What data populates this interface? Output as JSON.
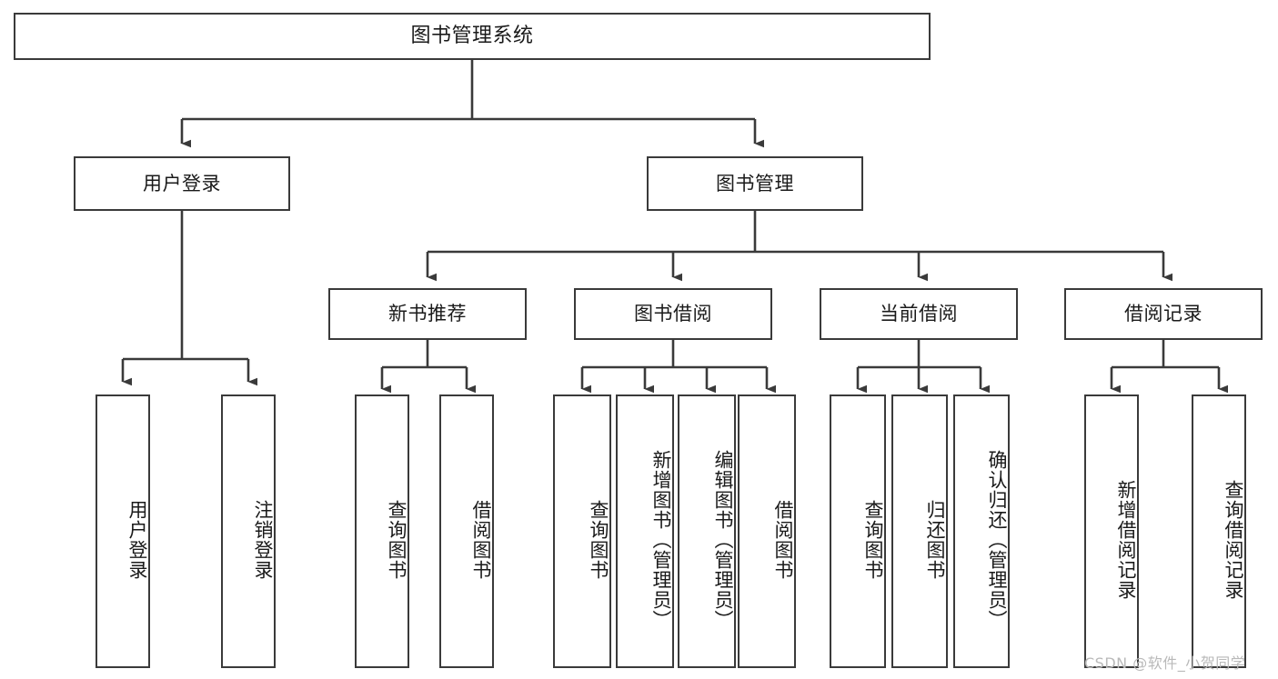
{
  "diagram": {
    "title": "图书管理系统",
    "type": "tree-hierarchy",
    "watermark": "CSDN @软件_小贺同学",
    "colors": {
      "box_border": "#3a3a3a",
      "box_fill": "#ffffff",
      "edge": "#3a3a3a",
      "text": "#1a1a1a",
      "watermark": "#b9b9b9",
      "background": "#ffffff"
    },
    "nodes": {
      "root": {
        "label": "图书管理系统"
      },
      "level2": [
        {
          "id": "user-login",
          "label": "用户登录"
        },
        {
          "id": "book-manage",
          "label": "图书管理"
        }
      ],
      "level3": [
        {
          "id": "new-book-rec",
          "label": "新书推荐"
        },
        {
          "id": "book-borrow",
          "label": "图书借阅"
        },
        {
          "id": "current-borrow",
          "label": "当前借阅"
        },
        {
          "id": "borrow-record",
          "label": "借阅记录"
        }
      ],
      "leaves": {
        "user-login": [
          {
            "id": "leaf-user-login",
            "label": "用户登录"
          },
          {
            "id": "leaf-user-logout",
            "label": "注销登录"
          }
        ],
        "new-book-rec": [
          {
            "id": "leaf-query-book-1",
            "label": "查询图书"
          },
          {
            "id": "leaf-borrow-book-1",
            "label": "借阅图书"
          }
        ],
        "book-borrow": [
          {
            "id": "leaf-query-book-2",
            "label": "查询图书"
          },
          {
            "id": "leaf-add-book",
            "label": "新增图书（管理员）"
          },
          {
            "id": "leaf-edit-book",
            "label": "编辑图书（管理员）"
          },
          {
            "id": "leaf-borrow-book-2",
            "label": "借阅图书"
          }
        ],
        "current-borrow": [
          {
            "id": "leaf-query-book-3",
            "label": "查询图书"
          },
          {
            "id": "leaf-return-book",
            "label": "归还图书"
          },
          {
            "id": "leaf-confirm-return",
            "label": "确认归还（管理员）"
          }
        ],
        "borrow-record": [
          {
            "id": "leaf-add-record",
            "label": "新增借阅记录"
          },
          {
            "id": "leaf-query-record",
            "label": "查询借阅记录"
          }
        ]
      }
    }
  }
}
